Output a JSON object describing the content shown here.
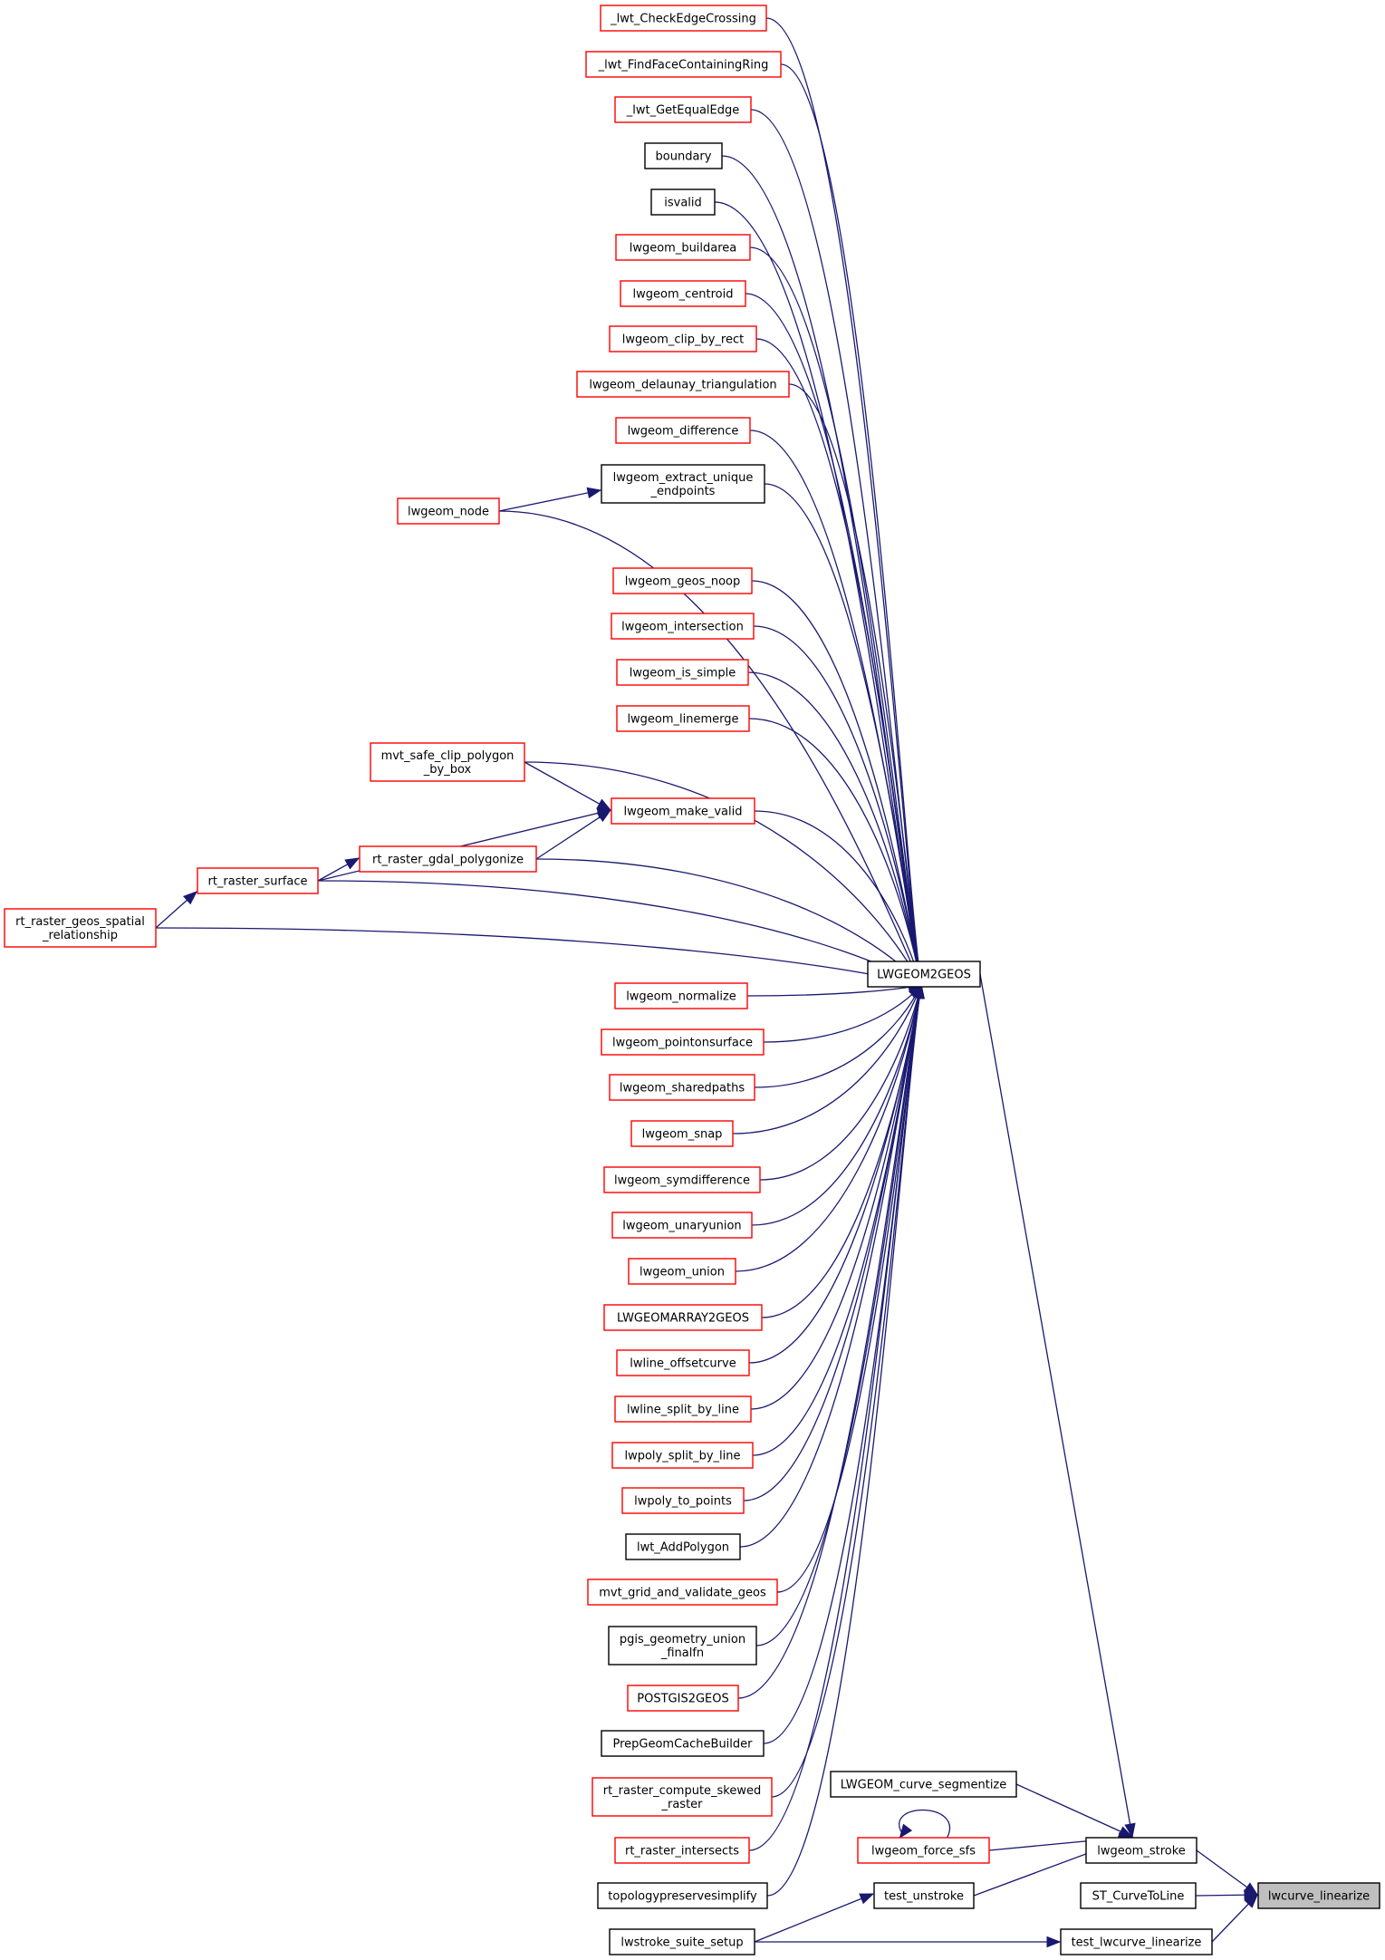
{
  "title": "",
  "nodes": [
    {
      "id": "lwt_CheckEdgeCrossing",
      "label": "_lwt_CheckEdgeCrossing",
      "style": "red"
    },
    {
      "id": "lwt_FindFaceContainingRing",
      "label": "_lwt_FindFaceContainingRing",
      "style": "red"
    },
    {
      "id": "lwt_GetEqualEdge",
      "label": "_lwt_GetEqualEdge",
      "style": "red"
    },
    {
      "id": "boundary",
      "label": "boundary",
      "style": "black"
    },
    {
      "id": "isvalid",
      "label": "isvalid",
      "style": "black"
    },
    {
      "id": "lwgeom_buildarea",
      "label": "lwgeom_buildarea",
      "style": "red"
    },
    {
      "id": "lwgeom_centroid",
      "label": "lwgeom_centroid",
      "style": "red"
    },
    {
      "id": "lwgeom_clip_by_rect",
      "label": "lwgeom_clip_by_rect",
      "style": "red"
    },
    {
      "id": "lwgeom_delaunay_triangulation",
      "label": "lwgeom_delaunay_triangulation",
      "style": "red"
    },
    {
      "id": "lwgeom_difference",
      "label": "lwgeom_difference",
      "style": "red"
    },
    {
      "id": "lwgeom_extract_unique_endpoints",
      "label": "lwgeom_extract_unique\n_endpoints",
      "style": "black"
    },
    {
      "id": "lwgeom_node",
      "label": "lwgeom_node",
      "style": "red"
    },
    {
      "id": "lwgeom_geos_noop",
      "label": "lwgeom_geos_noop",
      "style": "red"
    },
    {
      "id": "lwgeom_intersection",
      "label": "lwgeom_intersection",
      "style": "red"
    },
    {
      "id": "lwgeom_is_simple",
      "label": "lwgeom_is_simple",
      "style": "red"
    },
    {
      "id": "lwgeom_linemerge",
      "label": "lwgeom_linemerge",
      "style": "red"
    },
    {
      "id": "mvt_safe_clip_polygon_by_box",
      "label": "mvt_safe_clip_polygon\n_by_box",
      "style": "red"
    },
    {
      "id": "lwgeom_make_valid",
      "label": "lwgeom_make_valid",
      "style": "red"
    },
    {
      "id": "rt_raster_gdal_polygonize",
      "label": "rt_raster_gdal_polygonize",
      "style": "red"
    },
    {
      "id": "rt_raster_surface",
      "label": "rt_raster_surface",
      "style": "red"
    },
    {
      "id": "rt_raster_geos_spatial_relationship",
      "label": "rt_raster_geos_spatial\n_relationship",
      "style": "red"
    },
    {
      "id": "LWGEOM2GEOS",
      "label": "LWGEOM2GEOS",
      "style": "black"
    },
    {
      "id": "lwgeom_normalize",
      "label": "lwgeom_normalize",
      "style": "red"
    },
    {
      "id": "lwgeom_pointonsurface",
      "label": "lwgeom_pointonsurface",
      "style": "red"
    },
    {
      "id": "lwgeom_sharedpaths",
      "label": "lwgeom_sharedpaths",
      "style": "red"
    },
    {
      "id": "lwgeom_snap",
      "label": "lwgeom_snap",
      "style": "red"
    },
    {
      "id": "lwgeom_symdifference",
      "label": "lwgeom_symdifference",
      "style": "red"
    },
    {
      "id": "lwgeom_unaryunion",
      "label": "lwgeom_unaryunion",
      "style": "red"
    },
    {
      "id": "lwgeom_union",
      "label": "lwgeom_union",
      "style": "red"
    },
    {
      "id": "LWGEOMARRAY2GEOS",
      "label": "LWGEOMARRAY2GEOS",
      "style": "red"
    },
    {
      "id": "lwline_offsetcurve",
      "label": "lwline_offsetcurve",
      "style": "red"
    },
    {
      "id": "lwline_split_by_line",
      "label": "lwline_split_by_line",
      "style": "red"
    },
    {
      "id": "lwpoly_split_by_line",
      "label": "lwpoly_split_by_line",
      "style": "red"
    },
    {
      "id": "lwpoly_to_points",
      "label": "lwpoly_to_points",
      "style": "red"
    },
    {
      "id": "lwt_AddPolygon",
      "label": "lwt_AddPolygon",
      "style": "black"
    },
    {
      "id": "mvt_grid_and_validate_geos",
      "label": "mvt_grid_and_validate_geos",
      "style": "red"
    },
    {
      "id": "pgis_geometry_union_finalfn",
      "label": "pgis_geometry_union\n_finalfn",
      "style": "black"
    },
    {
      "id": "POSTGIS2GEOS",
      "label": "POSTGIS2GEOS",
      "style": "red"
    },
    {
      "id": "PrepGeomCacheBuilder",
      "label": "PrepGeomCacheBuilder",
      "style": "black"
    },
    {
      "id": "rt_raster_compute_skewed_raster",
      "label": "rt_raster_compute_skewed\n_raster",
      "style": "red"
    },
    {
      "id": "rt_raster_intersects",
      "label": "rt_raster_intersects",
      "style": "red"
    },
    {
      "id": "topologypreservesimplify",
      "label": "topologypreservesimplify",
      "style": "black"
    },
    {
      "id": "LWGEOM_curve_segmentize",
      "label": "LWGEOM_curve_segmentize",
      "style": "black"
    },
    {
      "id": "lwgeom_force_sfs",
      "label": "lwgeom_force_sfs",
      "style": "red"
    },
    {
      "id": "lwgeom_stroke",
      "label": "lwgeom_stroke",
      "style": "black"
    },
    {
      "id": "test_unstroke",
      "label": "test_unstroke",
      "style": "black"
    },
    {
      "id": "lwstroke_suite_setup",
      "label": "lwstroke_suite_setup",
      "style": "black"
    },
    {
      "id": "test_lwcurve_linearize",
      "label": "test_lwcurve_linearize",
      "style": "black"
    },
    {
      "id": "ST_CurveToLine",
      "label": "ST_CurveToLine",
      "style": "black"
    },
    {
      "id": "lwcurve_linearize",
      "label": "lwcurve_linearize",
      "style": "current"
    }
  ],
  "edges": [
    {
      "from": "lwt_CheckEdgeCrossing",
      "to": "LWGEOM2GEOS"
    },
    {
      "from": "lwt_FindFaceContainingRing",
      "to": "LWGEOM2GEOS"
    },
    {
      "from": "lwt_GetEqualEdge",
      "to": "LWGEOM2GEOS"
    },
    {
      "from": "boundary",
      "to": "LWGEOM2GEOS"
    },
    {
      "from": "isvalid",
      "to": "LWGEOM2GEOS"
    },
    {
      "from": "lwgeom_buildarea",
      "to": "LWGEOM2GEOS"
    },
    {
      "from": "lwgeom_centroid",
      "to": "LWGEOM2GEOS"
    },
    {
      "from": "lwgeom_clip_by_rect",
      "to": "LWGEOM2GEOS"
    },
    {
      "from": "lwgeom_delaunay_triangulation",
      "to": "LWGEOM2GEOS"
    },
    {
      "from": "lwgeom_difference",
      "to": "LWGEOM2GEOS"
    },
    {
      "from": "lwgeom_extract_unique_endpoints",
      "to": "LWGEOM2GEOS"
    },
    {
      "from": "lwgeom_node",
      "to": "lwgeom_extract_unique_endpoints"
    },
    {
      "from": "lwgeom_node",
      "to": "LWGEOM2GEOS"
    },
    {
      "from": "lwgeom_geos_noop",
      "to": "LWGEOM2GEOS"
    },
    {
      "from": "lwgeom_intersection",
      "to": "LWGEOM2GEOS"
    },
    {
      "from": "lwgeom_is_simple",
      "to": "LWGEOM2GEOS"
    },
    {
      "from": "lwgeom_linemerge",
      "to": "LWGEOM2GEOS"
    },
    {
      "from": "mvt_safe_clip_polygon_by_box",
      "to": "lwgeom_make_valid"
    },
    {
      "from": "mvt_safe_clip_polygon_by_box",
      "to": "LWGEOM2GEOS"
    },
    {
      "from": "lwgeom_make_valid",
      "to": "LWGEOM2GEOS"
    },
    {
      "from": "rt_raster_gdal_polygonize",
      "to": "lwgeom_make_valid"
    },
    {
      "from": "rt_raster_gdal_polygonize",
      "to": "LWGEOM2GEOS"
    },
    {
      "from": "rt_raster_surface",
      "to": "lwgeom_make_valid"
    },
    {
      "from": "rt_raster_surface",
      "to": "rt_raster_gdal_polygonize"
    },
    {
      "from": "rt_raster_surface",
      "to": "LWGEOM2GEOS"
    },
    {
      "from": "rt_raster_geos_spatial_relationship",
      "to": "rt_raster_surface"
    },
    {
      "from": "rt_raster_geos_spatial_relationship",
      "to": "LWGEOM2GEOS"
    },
    {
      "from": "lwgeom_normalize",
      "to": "LWGEOM2GEOS"
    },
    {
      "from": "lwgeom_pointonsurface",
      "to": "LWGEOM2GEOS"
    },
    {
      "from": "lwgeom_sharedpaths",
      "to": "LWGEOM2GEOS"
    },
    {
      "from": "lwgeom_snap",
      "to": "LWGEOM2GEOS"
    },
    {
      "from": "lwgeom_symdifference",
      "to": "LWGEOM2GEOS"
    },
    {
      "from": "lwgeom_unaryunion",
      "to": "LWGEOM2GEOS"
    },
    {
      "from": "lwgeom_union",
      "to": "LWGEOM2GEOS"
    },
    {
      "from": "LWGEOMARRAY2GEOS",
      "to": "LWGEOM2GEOS"
    },
    {
      "from": "lwline_offsetcurve",
      "to": "LWGEOM2GEOS"
    },
    {
      "from": "lwline_split_by_line",
      "to": "LWGEOM2GEOS"
    },
    {
      "from": "lwpoly_split_by_line",
      "to": "LWGEOM2GEOS"
    },
    {
      "from": "lwpoly_to_points",
      "to": "LWGEOM2GEOS"
    },
    {
      "from": "lwt_AddPolygon",
      "to": "LWGEOM2GEOS"
    },
    {
      "from": "mvt_grid_and_validate_geos",
      "to": "LWGEOM2GEOS"
    },
    {
      "from": "pgis_geometry_union_finalfn",
      "to": "LWGEOM2GEOS"
    },
    {
      "from": "POSTGIS2GEOS",
      "to": "LWGEOM2GEOS"
    },
    {
      "from": "PrepGeomCacheBuilder",
      "to": "LWGEOM2GEOS"
    },
    {
      "from": "rt_raster_compute_skewed_raster",
      "to": "LWGEOM2GEOS"
    },
    {
      "from": "rt_raster_intersects",
      "to": "LWGEOM2GEOS"
    },
    {
      "from": "topologypreservesimplify",
      "to": "LWGEOM2GEOS"
    },
    {
      "from": "LWGEOM2GEOS",
      "to": "lwgeom_stroke"
    },
    {
      "from": "LWGEOM_curve_segmentize",
      "to": "lwgeom_stroke"
    },
    {
      "from": "lwgeom_force_sfs",
      "to": "lwgeom_force_sfs"
    },
    {
      "from": "lwgeom_force_sfs",
      "to": "lwgeom_stroke"
    },
    {
      "from": "test_unstroke",
      "to": "lwgeom_stroke"
    },
    {
      "from": "lwstroke_suite_setup",
      "to": "test_unstroke"
    },
    {
      "from": "lwstroke_suite_setup",
      "to": "test_lwcurve_linearize"
    },
    {
      "from": "lwgeom_stroke",
      "to": "lwcurve_linearize"
    },
    {
      "from": "ST_CurveToLine",
      "to": "lwcurve_linearize"
    },
    {
      "from": "test_lwcurve_linearize",
      "to": "lwcurve_linearize"
    }
  ]
}
